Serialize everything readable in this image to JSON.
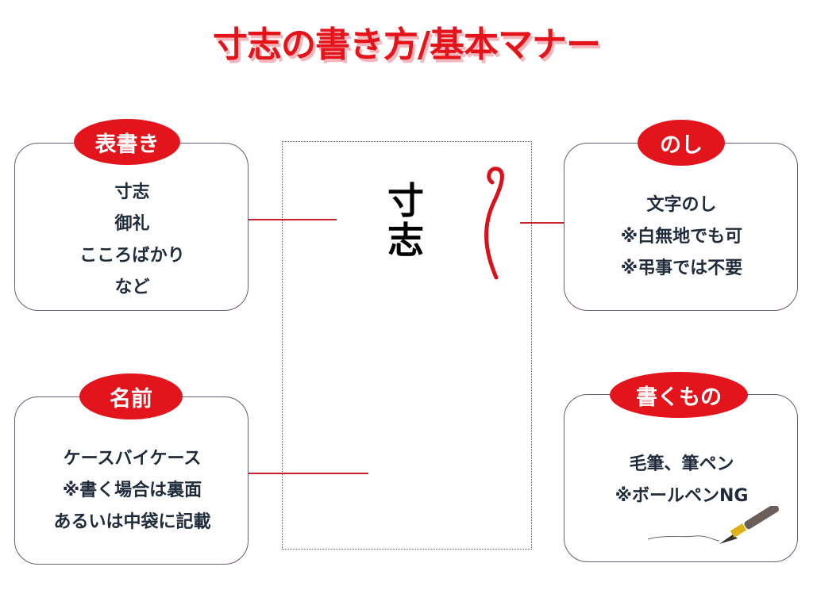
{
  "title": "寸志の書き方/基本マナー",
  "envelope": {
    "line1": "寸",
    "line2": "志"
  },
  "cards": [
    {
      "badge": "表書き",
      "lines": [
        "寸志",
        "御礼",
        "こころばかり",
        "など"
      ]
    },
    {
      "badge": "のし",
      "lines": [
        "文字のし",
        "※白無地でも可",
        "※弔事では不要"
      ]
    },
    {
      "badge": "名前",
      "lines": [
        "ケースバイケース",
        "※書く場合は裏面",
        "あるいは中袋に記載"
      ]
    },
    {
      "badge": "書くもの",
      "lines": [
        "毛筆、筆ペン",
        "※ボールペンNG"
      ]
    }
  ],
  "colors": {
    "accent": "#e3141b",
    "text": "#1f2a3a"
  }
}
